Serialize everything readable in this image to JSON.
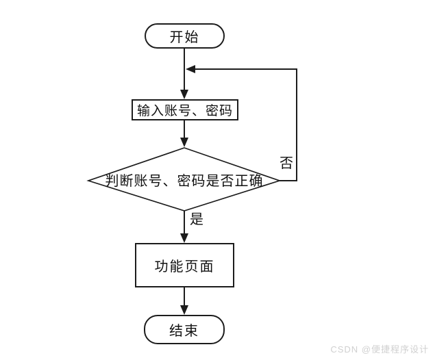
{
  "flowchart": {
    "nodes": {
      "start": {
        "label": "开始",
        "type": "terminator"
      },
      "input": {
        "label": "输入账号、密码",
        "type": "process"
      },
      "decision": {
        "label": "判断账号、密码是否正确",
        "type": "decision"
      },
      "function_page": {
        "label": "功能页面",
        "type": "process"
      },
      "end": {
        "label": "结束",
        "type": "terminator"
      }
    },
    "edge_labels": {
      "yes": "是",
      "no": "否"
    },
    "colors": {
      "line": "#1c1c1c",
      "node_fill": "#ffffff",
      "background": "#ffffff"
    }
  },
  "watermark": {
    "text": "CSDN @便捷程序设计",
    "color": "#d0d0d0"
  }
}
